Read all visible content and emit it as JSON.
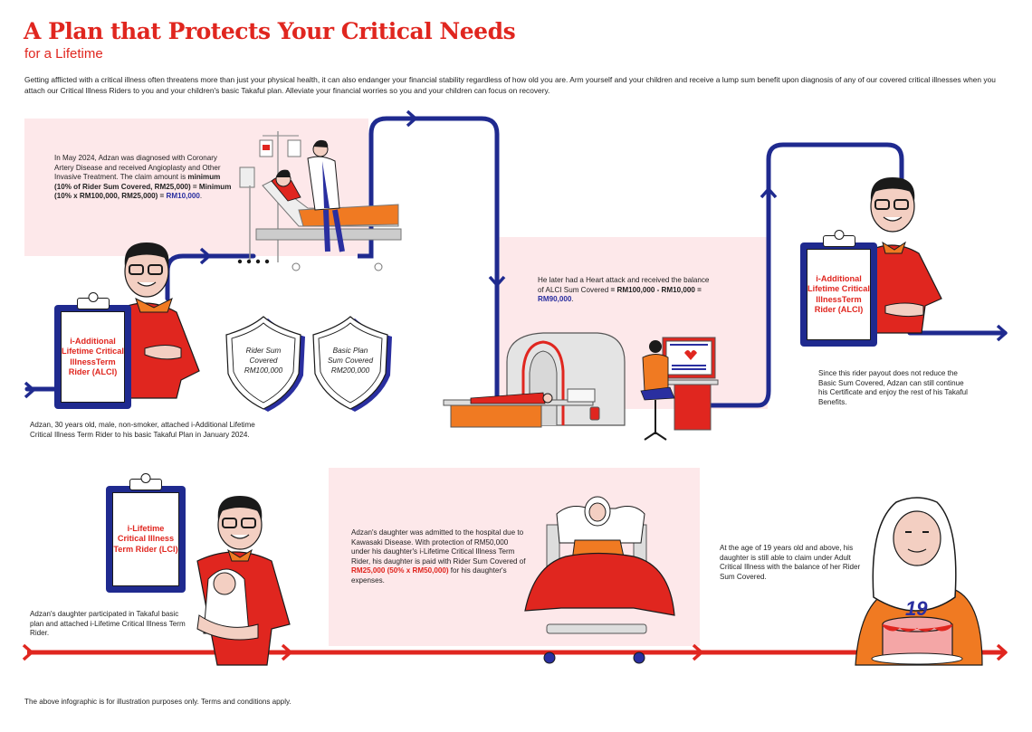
{
  "header": {
    "title": "A Plan that Protects Your Critical Needs",
    "subtitle": "for a Lifetime",
    "intro": "Getting afflicted with a critical illness often threatens more than just your physical health, it can also endanger your financial stability regardless of how old you are. Arm yourself and your children and receive a lump sum benefit upon diagnosis of any of our covered critical illnesses when you attach our Critical Illness Riders to you and your children's basic Takaful plan. Alleviate your financial worries so you and your children can focus on recovery."
  },
  "story1": {
    "step1": {
      "clipboard_label": "i-Additional Lifetime Critical IllnessTerm Rider (ALCI)",
      "caption": "Adzan, 30 years old, male, non-smoker, attached i-Additional Lifetime Critical Illness Term Rider to his basic Takaful Plan in January 2024.",
      "shields": [
        {
          "line1": "Rider Sum",
          "line2": "Covered",
          "line3": "RM100,000"
        },
        {
          "line1": "Basic Plan",
          "line2": "Sum Covered",
          "line3": "RM200,000"
        }
      ]
    },
    "step2": {
      "text_plain": "In May 2024, Adzan was diagnosed with Coronary Artery Disease and received Angioplasty and Other Invasive Treatment. The claim amount is ",
      "text_bold": "minimum (10% of Rider Sum Covered, RM25,000) = Minimum (10% x RM100,000, RM25,000) = ",
      "text_highlight": "RM10,000",
      "text_end": "."
    },
    "step3": {
      "text_plain": "He later had a Heart attack and received the balance of ALCI Sum Covered ",
      "text_bold": "= RM100,000 - RM10,000 = ",
      "text_highlight": "RM90,000",
      "text_end": "."
    },
    "step4": {
      "clipboard_label": "i-Additional Lifetime Critical IllnessTerm Rider (ALCI)",
      "caption": "Since this rider payout does not reduce the Basic Sum Covered, Adzan can still continue his Certificate and enjoy the rest of his Takaful Benefits."
    }
  },
  "story2": {
    "step1": {
      "clipboard_label": "i-Lifetime Critical Illness Term Rider (LCI)",
      "caption": "Adzan's daughter participated in Takaful basic plan and attached i-Lifetime Critical Illness Term Rider."
    },
    "step2": {
      "text_plain": "Adzan's daughter was admitted to the hospital due to Kawasaki Disease. With protection of RM50,000 under his daughter's i-Lifetime Critical Illness Term Rider, his daughter is paid with Rider Sum Covered of ",
      "text_highlight": "RM25,000 (50% x RM50,000)",
      "text_end": " for his daughter's expenses."
    },
    "step3": {
      "text": "At the age of 19 years old and above, his daughter is still able to claim under Adult Critical Illness with the balance of her Rider Sum Covered.",
      "cake_number": "19"
    }
  },
  "footer": {
    "disclaimer": "The above infographic is for illustration purposes only. Terms and conditions apply."
  },
  "colors": {
    "brand_red": "#e0261f",
    "path_blue": "#1f2a8f",
    "panel_pink": "#fde8ea",
    "orange": "#f07a22"
  }
}
